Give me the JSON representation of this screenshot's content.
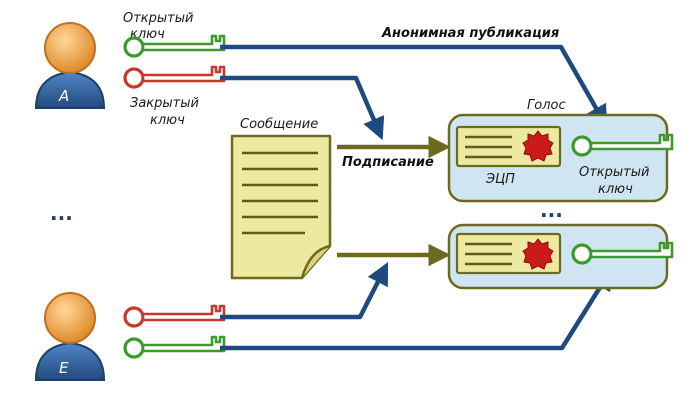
{
  "users": {
    "top": {
      "letter": "A",
      "public_key_label_line1": "Открытый",
      "public_key_label_line2": "ключ",
      "private_key_label_line1": "Закрытый",
      "private_key_label_line2": "ключ"
    },
    "bottom": {
      "letter": "E"
    }
  },
  "labels": {
    "anonymous_publication": "Анонимная публикация",
    "message": "Сообщение",
    "signing": "Подписание",
    "vote": "Голос",
    "eds": "ЭЦП",
    "vote_public_key_line1": "Открытый",
    "vote_public_key_line2": "ключ",
    "ellipsis_left": "...",
    "ellipsis_right": "..."
  },
  "colors": {
    "user_face": "#f0a64a",
    "user_body": "#2f5f9c",
    "public_key": "#3a9a2a",
    "private_key": "#c8382c",
    "arrow_blue": "#1f4a80",
    "arrow_olive": "#6b6a1e",
    "document_fill": "#eee9a0",
    "vote_fill": "#cfe6f2",
    "seal": "#cc1a1a"
  }
}
